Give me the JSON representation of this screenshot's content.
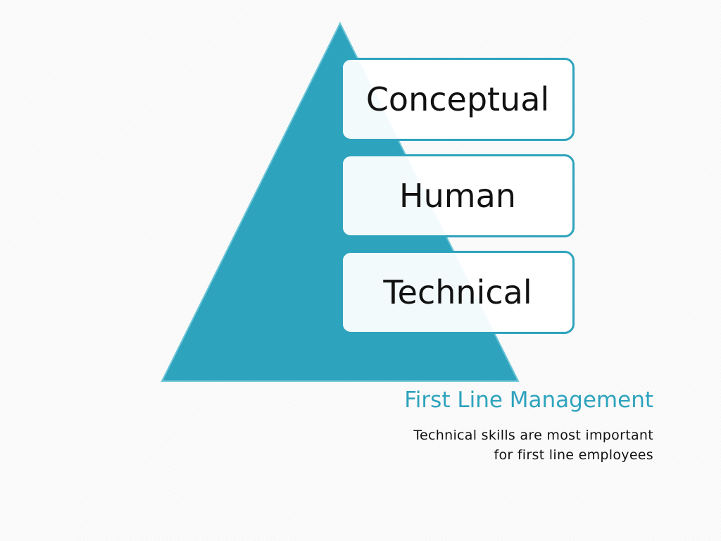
{
  "colors": {
    "accent": "#2ea3bd",
    "pyramid_fill": "#2ea3bd",
    "box_border": "#2ea3bd",
    "box_fill": "#ffffff",
    "text_dark": "#111111"
  },
  "diagram": {
    "type": "pyramid",
    "levels": [
      {
        "label": "Conceptual"
      },
      {
        "label": "Human"
      },
      {
        "label": "Technical"
      }
    ]
  },
  "slide": {
    "title": "First Line Management",
    "subtitle_lines": [
      "Technical skills are most important",
      "for first line employees"
    ]
  }
}
